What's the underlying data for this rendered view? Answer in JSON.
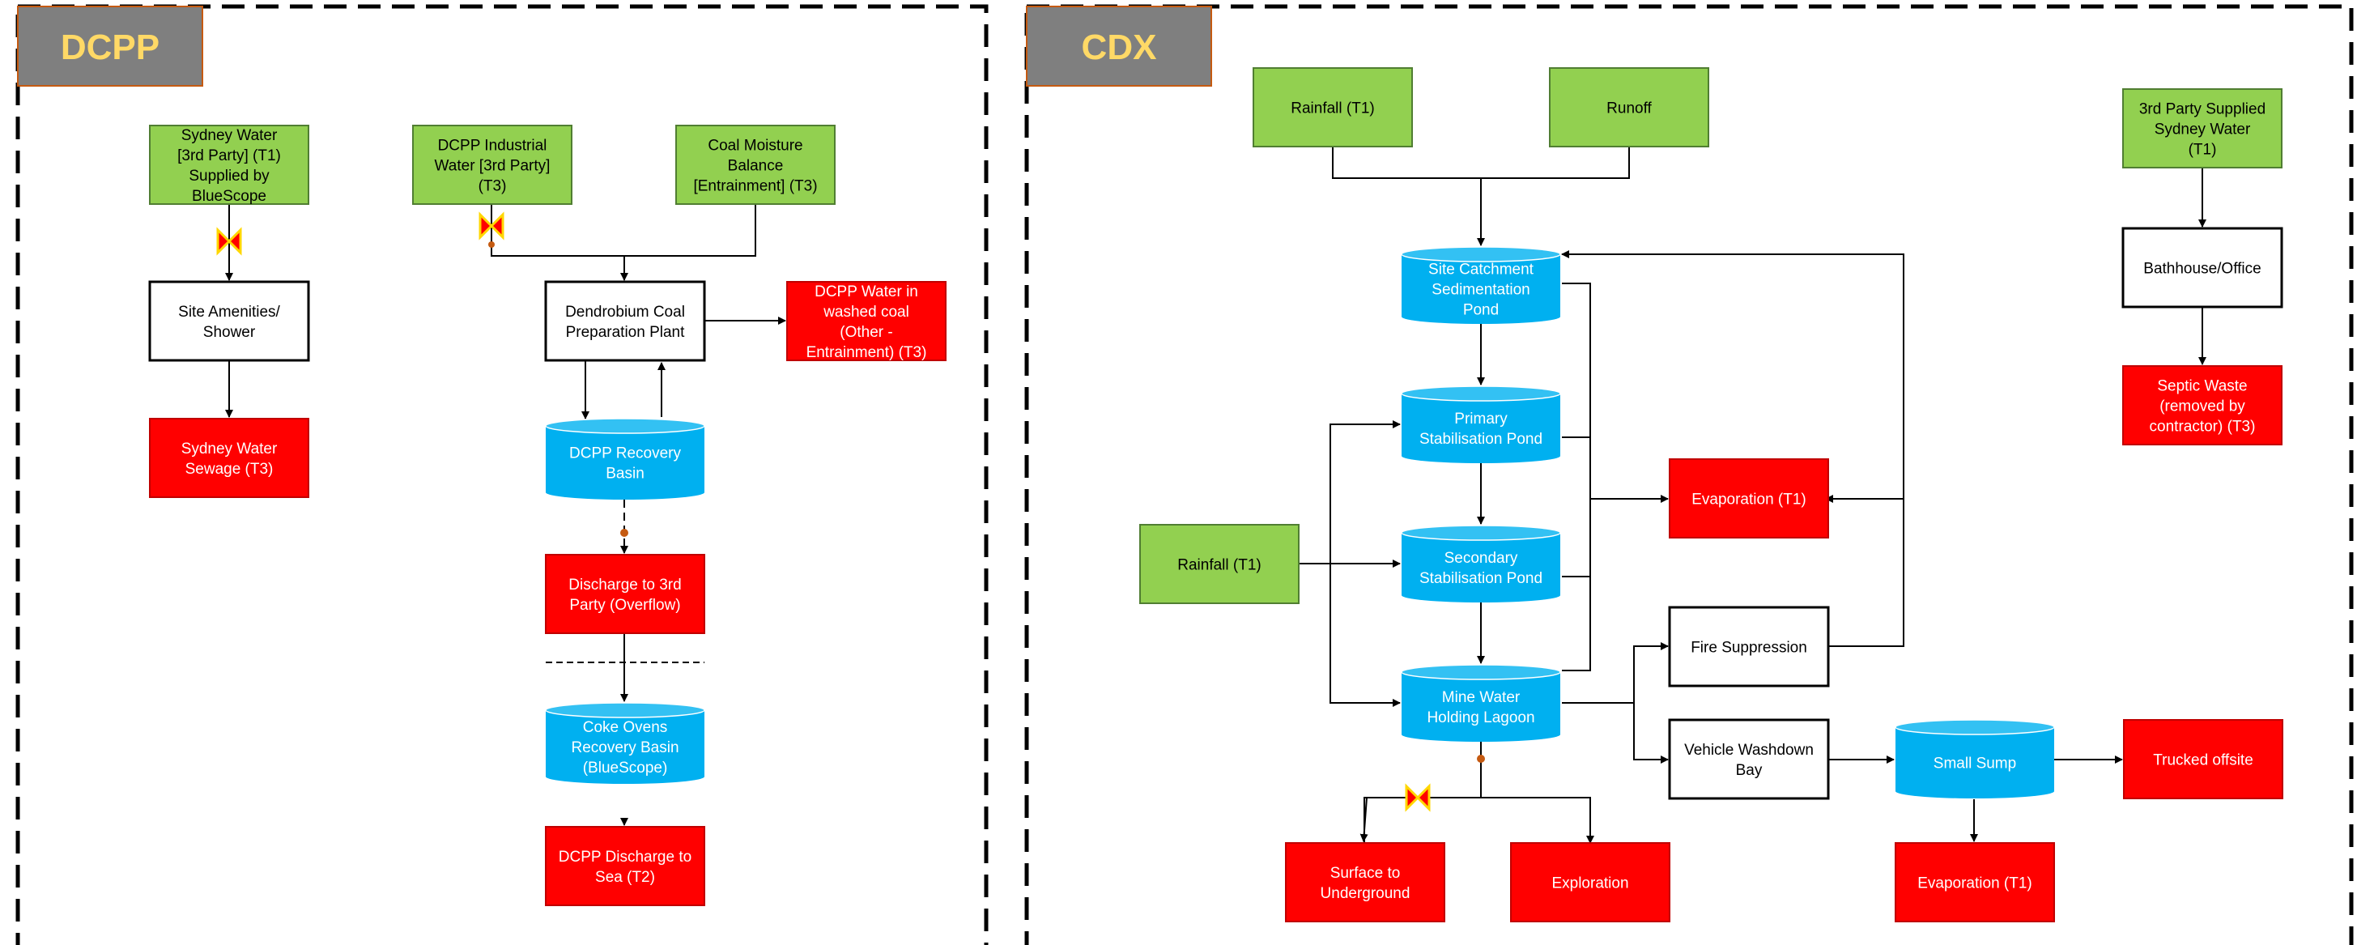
{
  "colors": {
    "green": "#92d050",
    "green_border": "#507e32",
    "red": "#ff0000",
    "red_border": "#c00000",
    "blue": "#00b0f0",
    "blue_top": "#33c1f3",
    "title_bg": "#7f7f7f",
    "title_text": "#ffd966",
    "valve_fill": "#ff0000",
    "valve_stroke": "#ffd700",
    "dot": "#c55a11"
  },
  "panels": {
    "dcpp": {
      "title": "DCPP"
    },
    "cdx": {
      "title": "CDX"
    }
  },
  "dcpp": {
    "sydney_water_supply": [
      "Sydney Water",
      "[3rd Party] (T1)",
      "Supplied by",
      "BlueScope"
    ],
    "industrial_water": [
      "DCPP Industrial",
      "Water [3rd Party]",
      "(T3)"
    ],
    "coal_moisture": [
      "Coal Moisture",
      "Balance",
      "[Entrainment] (T3)"
    ],
    "site_amenities": [
      "Site Amenities/",
      "Shower"
    ],
    "coal_prep_plant": [
      "Dendrobium Coal",
      "Preparation Plant"
    ],
    "washed_coal": [
      "DCPP Water in",
      "washed coal",
      "(Other -",
      "Entrainment) (T3)"
    ],
    "sydney_sewage": [
      "Sydney Water",
      "Sewage (T3)"
    ],
    "recovery_basin": [
      "DCPP Recovery",
      "Basin"
    ],
    "discharge_3rd_party": [
      "Discharge to 3rd",
      "Party (Overflow)"
    ],
    "coke_ovens": [
      "Coke Ovens",
      "Recovery Basin",
      "(BlueScope)"
    ],
    "discharge_sea": [
      "DCPP Discharge to",
      "Sea (T2)"
    ]
  },
  "cdx": {
    "rainfall_top": [
      "Rainfall (T1)"
    ],
    "runoff": [
      "Runoff"
    ],
    "third_party_water": [
      "3rd Party Supplied",
      "Sydney Water",
      "(T1)"
    ],
    "site_catchment": [
      "Site Catchment",
      "Sedimentation",
      "Pond"
    ],
    "bathhouse": [
      "Bathhouse/Office"
    ],
    "primary_pond": [
      "Primary",
      "Stabilisation Pond"
    ],
    "septic_waste": [
      "Septic Waste",
      "(removed by",
      "contractor) (T3)"
    ],
    "evaporation_mid": [
      "Evaporation (T1)"
    ],
    "rainfall_left": [
      "Rainfall (T1)"
    ],
    "secondary_pond": [
      "Secondary",
      "Stabilisation Pond"
    ],
    "fire_suppression": [
      "Fire Suppression"
    ],
    "mine_water_lagoon": [
      "Mine Water",
      "Holding Lagoon"
    ],
    "vehicle_washdown": [
      "Vehicle Washdown",
      "Bay"
    ],
    "small_sump": [
      "Small Sump"
    ],
    "trucked_offsite": [
      "Trucked offsite"
    ],
    "surface_underground": [
      "Surface to",
      "Underground"
    ],
    "exploration": [
      "Exploration"
    ],
    "evaporation_bottom": [
      "Evaporation (T1)"
    ]
  }
}
